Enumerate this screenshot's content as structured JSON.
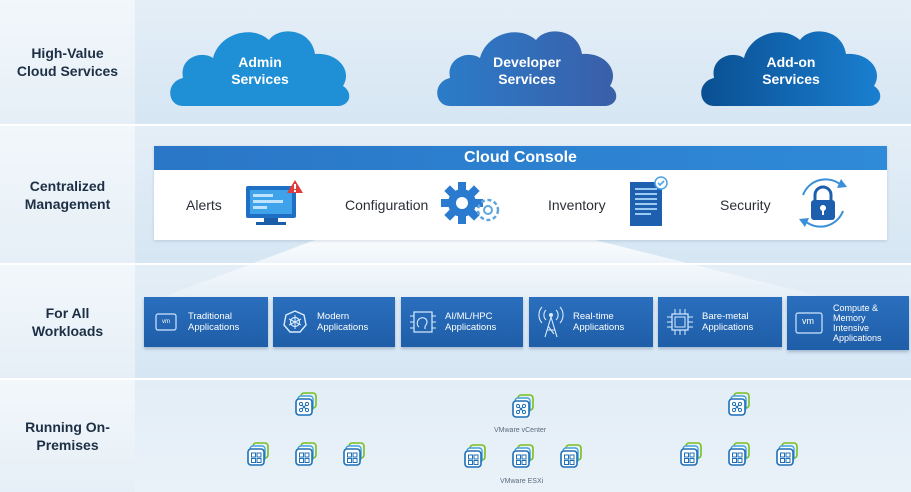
{
  "rows": [
    {
      "label": "High-Value Cloud Services"
    },
    {
      "label": "Centralized Management"
    },
    {
      "label": "For All Workloads"
    },
    {
      "label": "Running On-Premises"
    }
  ],
  "clouds": [
    {
      "line1": "Admin",
      "line2": "Services",
      "color": "#1f8fd6"
    },
    {
      "line1": "Developer",
      "line2": "Services",
      "color": "#2d73c0"
    },
    {
      "line1": "Add-on",
      "line2": "Services",
      "color": "#0b5da6"
    }
  ],
  "console": {
    "title": "Cloud Console",
    "items": [
      {
        "label": "Alerts",
        "icon": "monitor-alert-icon"
      },
      {
        "label": "Configuration",
        "icon": "gears-icon"
      },
      {
        "label": "Inventory",
        "icon": "document-check-icon"
      },
      {
        "label": "Security",
        "icon": "lock-refresh-icon"
      }
    ]
  },
  "workloads": [
    {
      "line1": "Traditional",
      "line2": "Applications",
      "line3": "",
      "line4": "",
      "icon": "vm-icon",
      "badge": "vm"
    },
    {
      "line1": "Modern",
      "line2": "Applications",
      "line3": "",
      "line4": "",
      "icon": "kubernetes-icon",
      "badge": ""
    },
    {
      "line1": "AI/ML/HPC",
      "line2": "Applications",
      "line3": "",
      "line4": "",
      "icon": "brain-chip-icon",
      "badge": ""
    },
    {
      "line1": "Real-time",
      "line2": "Applications",
      "line3": "",
      "line4": "",
      "icon": "antenna-icon",
      "badge": ""
    },
    {
      "line1": "Bare-metal",
      "line2": "Applications",
      "line3": "",
      "line4": "",
      "icon": "cpu-chip-icon",
      "badge": ""
    },
    {
      "line1": "Compute &",
      "line2": "Memory",
      "line3": "Intensive",
      "line4": "Applications",
      "icon": "vm-icon",
      "badge": "vm"
    }
  ],
  "onprem": {
    "vcenter_caption": "VMware vCenter",
    "esxi_caption": "VMware ESXi"
  },
  "colors": {
    "accent": "#2a76c7",
    "card": "#1f5ea8",
    "vmware_green": "#78be20",
    "vmware_blue": "#1d6fb8"
  }
}
